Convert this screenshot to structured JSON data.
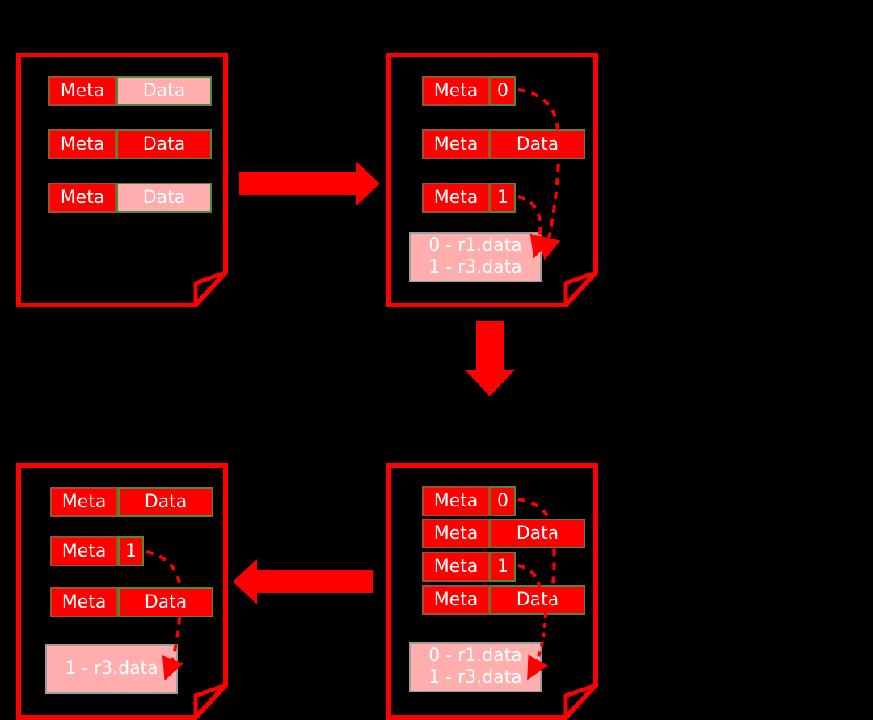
{
  "diagram": {
    "title": "Write-ahead log record rewrite flow",
    "background_color": "#000000",
    "accent_color": "#ff0000",
    "meta_border_color": "#a0522d",
    "data_border_color": "#4e8a3a",
    "faded_fill_color": "#ffadad",
    "log_border_color": "#9e9e9e",
    "text_color": "#ffffff"
  },
  "labels": {
    "meta": "Meta",
    "data": "Data",
    "zero": "0",
    "one": "1",
    "log_r1": "0 - r1.data",
    "log_r3": "1 - r3.data"
  },
  "panels": [
    {
      "id": "panel-top-left",
      "name": "original-page",
      "rows": [
        {
          "meta": "Meta",
          "value": "Data",
          "value_kind": "data",
          "faded": true
        },
        {
          "meta": "Meta",
          "value": "Data",
          "value_kind": "data",
          "faded": false
        },
        {
          "meta": "Meta",
          "value": "Data",
          "value_kind": "data",
          "faded": true
        }
      ],
      "log_lines": []
    },
    {
      "id": "panel-top-right",
      "name": "page-with-pointers",
      "rows": [
        {
          "meta": "Meta",
          "value": "0",
          "value_kind": "pointer",
          "faded": false
        },
        {
          "meta": "Meta",
          "value": "Data",
          "value_kind": "data",
          "faded": false
        },
        {
          "meta": "Meta",
          "value": "1",
          "value_kind": "pointer",
          "faded": false
        }
      ],
      "log_lines": [
        "0 - r1.data",
        "1 - r3.data"
      ]
    },
    {
      "id": "panel-bottom-right",
      "name": "page-compacted-with-pointers",
      "rows": [
        {
          "meta": "Meta",
          "value": "0",
          "value_kind": "pointer",
          "faded": false
        },
        {
          "meta": "Meta",
          "value": "Data",
          "value_kind": "data",
          "faded": false
        },
        {
          "meta": "Meta",
          "value": "1",
          "value_kind": "pointer",
          "faded": false
        },
        {
          "meta": "Meta",
          "value": "Data",
          "value_kind": "data",
          "faded": false
        }
      ],
      "log_lines": [
        "0 - r1.data",
        "1 - r3.data"
      ]
    },
    {
      "id": "panel-bottom-left",
      "name": "page-restored",
      "rows": [
        {
          "meta": "Meta",
          "value": "Data",
          "value_kind": "data",
          "faded": false
        },
        {
          "meta": "Meta",
          "value": "1",
          "value_kind": "pointer",
          "faded": false
        },
        {
          "meta": "Meta",
          "value": "Data",
          "value_kind": "data",
          "faded": false
        }
      ],
      "log_lines": [
        "1 - r3.data"
      ]
    }
  ],
  "flow_arrows": [
    {
      "id": "arrow-right",
      "direction": "right"
    },
    {
      "id": "arrow-down",
      "direction": "down"
    },
    {
      "id": "arrow-left",
      "direction": "left"
    }
  ]
}
